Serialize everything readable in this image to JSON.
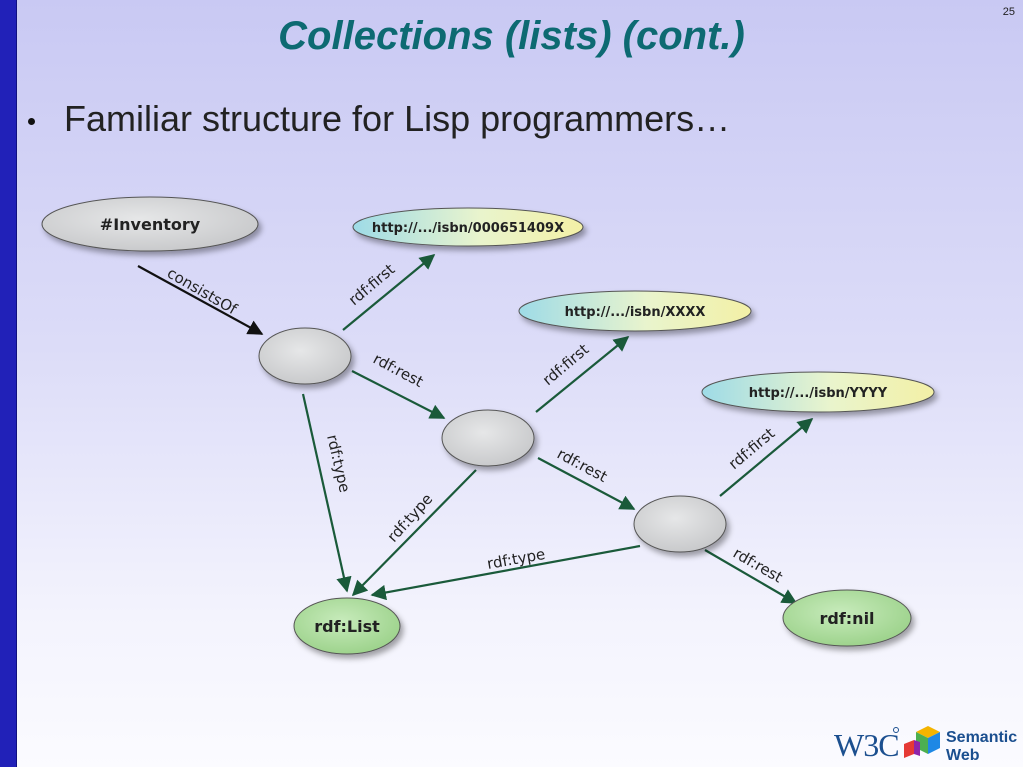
{
  "slide": {
    "number": "25",
    "title": "Collections (lists) (cont.)",
    "bullet": "Familiar structure for Lisp programmers…"
  },
  "diagram": {
    "nodes": {
      "inventory": "#Inventory",
      "isbn1": "http://.../isbn/000651409X",
      "isbn2": "http://.../isbn/XXXX",
      "isbn3": "http://.../isbn/YYYY",
      "list": "rdf:List",
      "nil": "rdf:nil"
    },
    "edges": {
      "consists_of": "consistsOf",
      "first1": "rdf:first",
      "first2": "rdf:first",
      "first3": "rdf:first",
      "rest1": "rdf:rest",
      "rest2": "rdf:rest",
      "rest3": "rdf:rest",
      "type1": "rdf:type",
      "type2": "rdf:type",
      "type3": "rdf:type"
    }
  },
  "logo": {
    "org": "W3C",
    "line1": "Semantic",
    "line2": "Web"
  },
  "colors": {
    "title": "#0d6a72",
    "sidebar": "#2121b8",
    "edge": "#1a5a3a",
    "blank_node": "#cfd0d1",
    "class_node": "#a9d99a"
  }
}
